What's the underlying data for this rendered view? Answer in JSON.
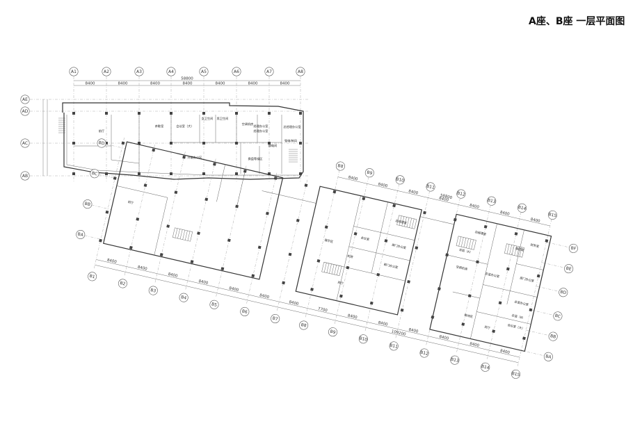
{
  "title": "A座、B座 一层平面图",
  "a_block": {
    "col_axes": [
      "A1",
      "A2",
      "A3",
      "A4",
      "A5",
      "A6",
      "A7",
      "A8"
    ],
    "row_axes": [
      "AE",
      "AD",
      "AC",
      "AB"
    ],
    "bay_dims": [
      "8400",
      "8400",
      "8400",
      "8400",
      "8400",
      "8400",
      "8400"
    ],
    "total_dim": "58800",
    "rooms": [
      {
        "label": "前厅"
      },
      {
        "label": "茶歇室"
      },
      {
        "label": "会议室（大）"
      },
      {
        "label": "女卫生间"
      },
      {
        "label": "男卫生间"
      },
      {
        "label": "空调机房"
      },
      {
        "label": "经理办公室"
      },
      {
        "label": "经理办公室"
      },
      {
        "label": "总经理办公室"
      },
      {
        "label": "开敞办公区"
      },
      {
        "label": "弱电间"
      },
      {
        "label": "强电/新风"
      },
      {
        "label": "换盘等候区"
      }
    ]
  },
  "b_block": {
    "col_axes": [
      "B1",
      "B2",
      "B3",
      "B4",
      "B5",
      "B6",
      "B7",
      "B8",
      "B9",
      "B10",
      "B11",
      "B12",
      "B13",
      "B14",
      "B15"
    ],
    "top_axes": [
      "B8",
      "B9",
      "B10",
      "B11",
      "B12",
      "B13",
      "B14",
      "B15"
    ],
    "row_axes": [
      "BD",
      "BC",
      "BB",
      "BA"
    ],
    "right_axes": [
      "BF",
      "BE",
      "BD",
      "BC",
      "BB",
      "BA"
    ],
    "bay_dims": [
      "8400",
      "8400",
      "8400",
      "8400",
      "8400",
      "8400",
      "8400",
      "7700",
      "8400",
      "8400",
      "8400",
      "8400",
      "8400",
      "8400"
    ],
    "total_left": "58800",
    "total_right": "109200",
    "rooms": [
      {
        "label": "前厅"
      },
      {
        "label": "前厅"
      },
      {
        "label": "前厅"
      },
      {
        "label": "总经理室"
      },
      {
        "label": "会议室"
      },
      {
        "label": "总经理室"
      },
      {
        "label": "机房"
      },
      {
        "label": "空调机房"
      },
      {
        "label": "部门办公室"
      },
      {
        "label": "部门办公室"
      },
      {
        "label": "部门办公室"
      },
      {
        "label": "会议室（大）"
      },
      {
        "label": "展示区"
      },
      {
        "label": "接待区"
      },
      {
        "label": "值班室"
      },
      {
        "label": "总监办公室"
      },
      {
        "label": "总监办公室"
      },
      {
        "label": "财务室"
      },
      {
        "label": "总监（A）"
      },
      {
        "label": "总监（B）"
      }
    ]
  }
}
